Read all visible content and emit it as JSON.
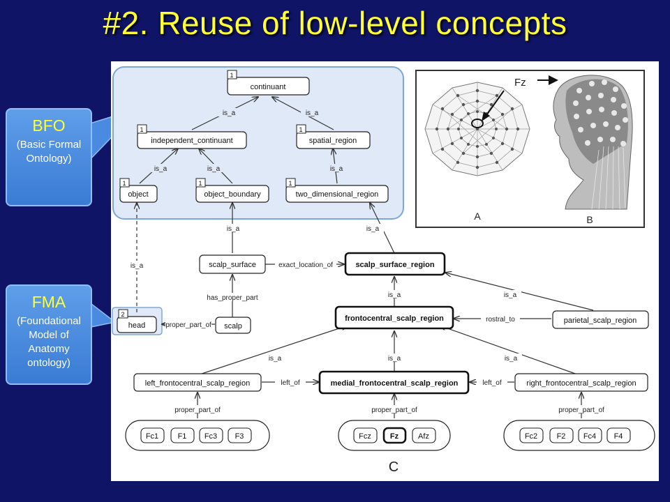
{
  "title": "#2. Reuse of low-level concepts",
  "callouts": {
    "bfo": {
      "heading": "BFO",
      "line1": "(Basic Formal",
      "line2": "Ontology)"
    },
    "fma": {
      "heading": "FMA",
      "line1": "(Foundational",
      "line2": "Model of",
      "line3": "Anatomy",
      "line4": "ontology)"
    }
  },
  "nodes": {
    "continuant": "continuant",
    "independent_continuant": "independent_continuant",
    "spatial_region": "spatial_region",
    "object": "object",
    "object_boundary": "object_boundary",
    "two_dimensional_region": "two_dimensional_region",
    "scalp_surface": "scalp_surface",
    "scalp_surface_region": "scalp_surface_region",
    "head": "head",
    "scalp": "scalp",
    "frontocentral_scalp_region": "frontocentral_scalp_region",
    "parietal_scalp_region": "parietal_scalp_region",
    "left_frontocentral_scalp_region": "left_frontocentral_scalp_region",
    "medial_frontocentral_scalp_region": "medial_frontocentral_scalp_region",
    "right_frontocentral_scalp_region": "right_frontocentral_scalp_region"
  },
  "badges": {
    "one": "1",
    "two": "2"
  },
  "electrodes": {
    "left": [
      "Fc1",
      "F1",
      "Fc3",
      "F3"
    ],
    "medial": [
      "Fcz",
      "Fz",
      "Afz"
    ],
    "right": [
      "Fc2",
      "F2",
      "Fc4",
      "F4"
    ]
  },
  "edge_labels": {
    "is_a": "is_a",
    "exact_location_of": "exact_location_of",
    "has_proper_part": "has_proper_part",
    "proper_part_of": "proper_part_of",
    "rostral_to": "rostral_to",
    "left_of": "left_of"
  },
  "figure_labels": {
    "fz": "Fz",
    "a": "A",
    "b": "B",
    "c": "C"
  }
}
